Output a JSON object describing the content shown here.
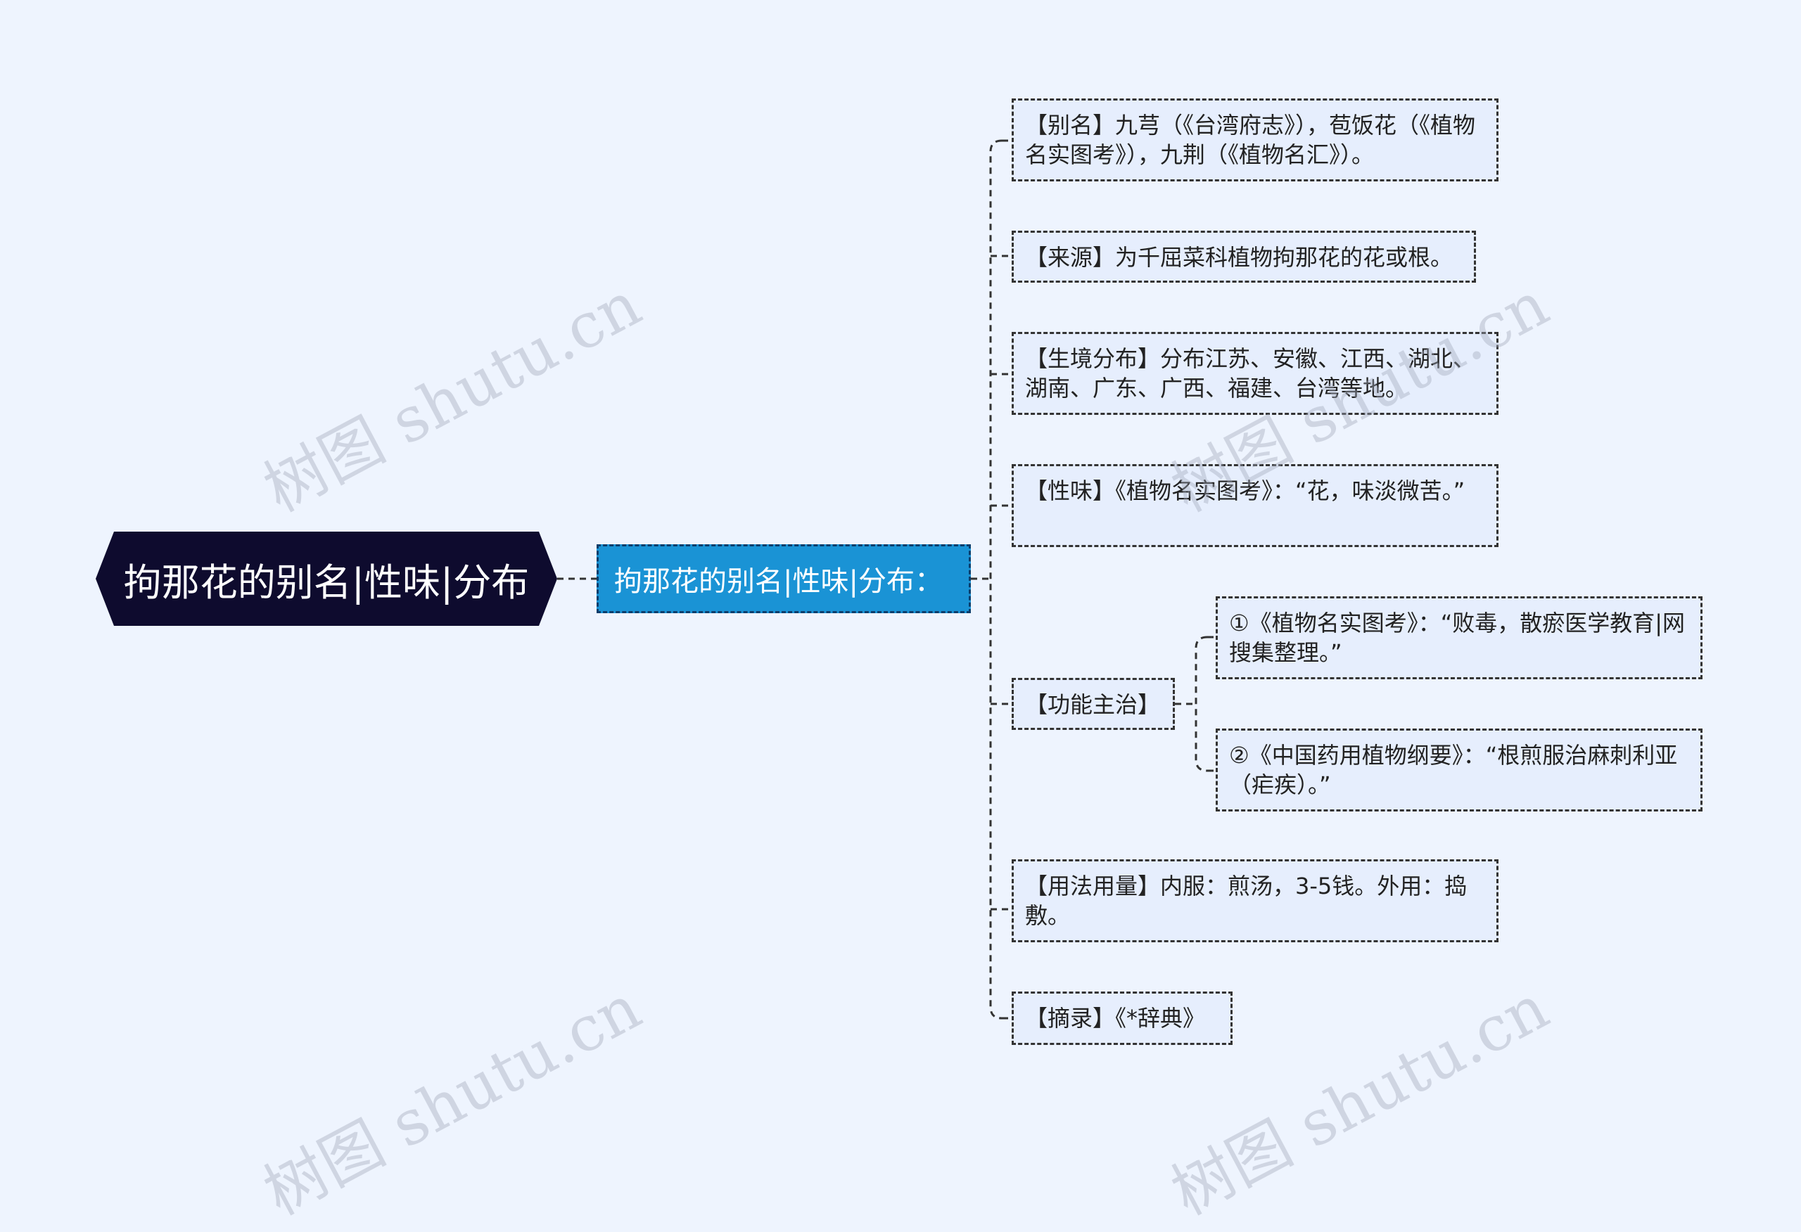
{
  "watermark": "树图 shutu.cn",
  "root": {
    "label": "拘那花的别名|性味|分布"
  },
  "sub": {
    "label": "拘那花的别名|性味|分布："
  },
  "items": [
    "【别名】九芎（《台湾府志》），苞饭花（《植物名实图考》），九荆（《植物名汇》）。",
    "【来源】为千屈菜科植物拘那花的花或根。",
    "【生境分布】分布江苏、安徽、江西、湖北、湖南、广东、广西、福建、台湾等地。",
    "【性味】《植物名实图考》：“花，味淡微苦。”",
    "【功能主治】",
    "【用法用量】内服：煎汤，3-5钱。外用：捣敷。",
    "【摘录】《*辞典》"
  ],
  "function_children": [
    "①《植物名实图考》：“败毒，散瘀医学教育|网搜集整理。”",
    "②《中国药用植物纲要》：“根煎服治麻刺利亚（疟疾）。”"
  ],
  "colors": {
    "background": "#eef4fe",
    "root": "#0e0b2e",
    "sub": "#1a93d5",
    "leaf": "#e6eefd",
    "border": "#333333"
  }
}
